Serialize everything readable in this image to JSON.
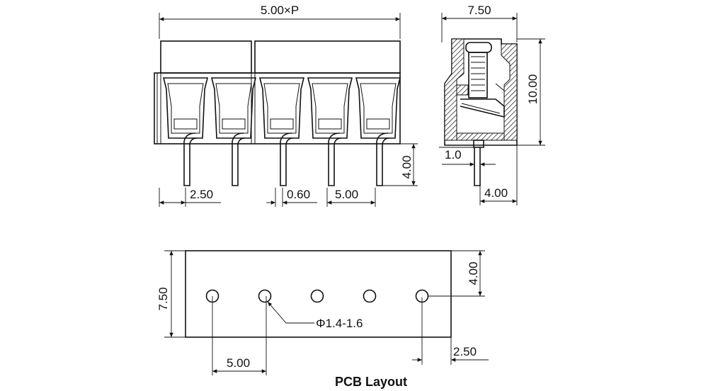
{
  "front_view": {
    "overall_length": "5.00×P",
    "pin_offset": "2.50",
    "pin_width": "0.60",
    "pitch": "5.00",
    "pin_length": "4.00"
  },
  "side_view": {
    "width": "7.50",
    "height": "10.00",
    "pin_thickness": "1.0",
    "pin_offset": "4.00"
  },
  "pcb_layout": {
    "title": "PCB Layout",
    "width": "7.50",
    "row_offset": "4.00",
    "hole_diameter": "Φ1.4-1.6",
    "pitch": "5.00",
    "edge_offset": "2.50",
    "hole_count": 5
  }
}
